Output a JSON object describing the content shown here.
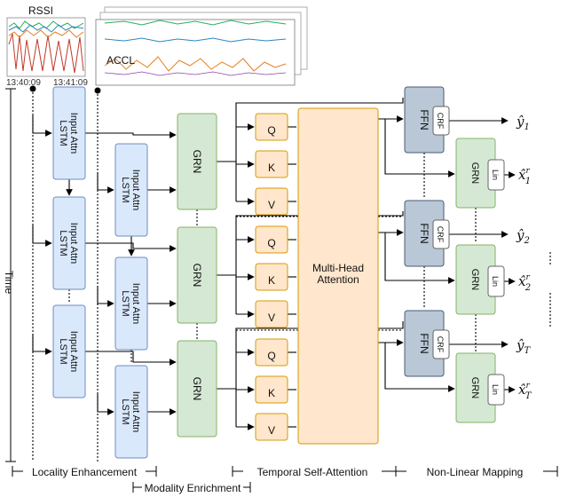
{
  "inset": {
    "rssi_label": "RSSI",
    "accl_label": "ACCL",
    "time_start": "13:40:09",
    "time_end": "13:41:09"
  },
  "axis_label": "Time",
  "lstm_label": [
    "Input Attn",
    "LSTM"
  ],
  "grn_label": "GRN",
  "qkv": [
    "Q",
    "K",
    "V"
  ],
  "attention_label": [
    "Multi-Head",
    "Attention"
  ],
  "ffn_label": "FFN",
  "crf_label": "CRF",
  "lin_label": "Lin",
  "outputs": {
    "y_symbol": "ŷ",
    "x_symbol": "x̂",
    "subscripts": [
      "1",
      "2",
      "T"
    ],
    "superscript": "r"
  },
  "sections": {
    "locality": "Locality Enhancement",
    "modality": "Modality Enrichment",
    "temporal": "Temporal Self-Attention",
    "nonlinear": "Non-Linear Mapping"
  },
  "colors": {
    "lstm_fill": "#dae8fc",
    "lstm_stroke": "#6c8ebf",
    "grn_fill": "#d5e8d4",
    "grn_stroke": "#82b366",
    "qkv_fill": "#ffe6cc",
    "qkv_stroke": "#d79b00",
    "attn_fill": "#ffe6cc",
    "attn_stroke": "#d79b00",
    "ffn_fill": "#b9c7d6",
    "ffn_stroke": "#4a5e73",
    "rssi_colors": [
      "#c0392b",
      "#2e86c1",
      "#27ae60",
      "#e67e22"
    ],
    "accl_colors": [
      "#27ae60",
      "#2e86c1",
      "#e67e22",
      "#8e44ad"
    ]
  }
}
